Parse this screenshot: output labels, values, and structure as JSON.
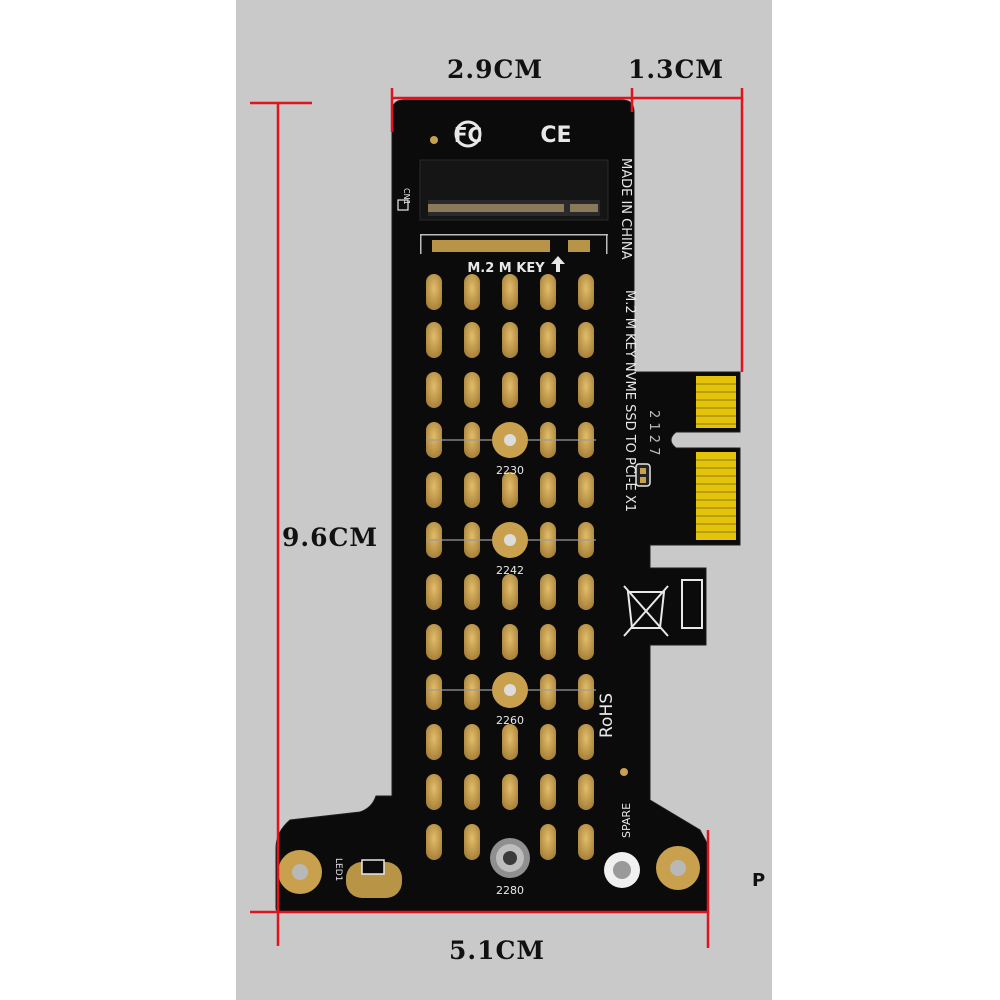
{
  "dimensions": {
    "top_width": "2.9CM",
    "top_side": "1.3CM",
    "height": "9.6CM",
    "bottom_width": "5.1CM"
  },
  "board": {
    "marks": {
      "fc": "FC",
      "ce": "CE"
    },
    "connector_label": "M.2 M KEY",
    "slot_ref": "CN1",
    "side_text": {
      "made_in": "MADE IN CHINA",
      "product": "M.2 M KEY NVME SSD TO PCI-E X1"
    },
    "handwriting": "2 1 2 7",
    "mount_sizes": [
      "2230",
      "2242",
      "2260",
      "2280"
    ],
    "rohs": "RoHS",
    "spare": "SPARE",
    "led_ref": "LED1"
  },
  "edge_letter": "P",
  "colors": {
    "background": "#c9c9c9",
    "pcb": "#0b0b0b",
    "gold": "#c9a14e",
    "dimension_line": "#e0141e",
    "fingers": "#f2d20a"
  }
}
